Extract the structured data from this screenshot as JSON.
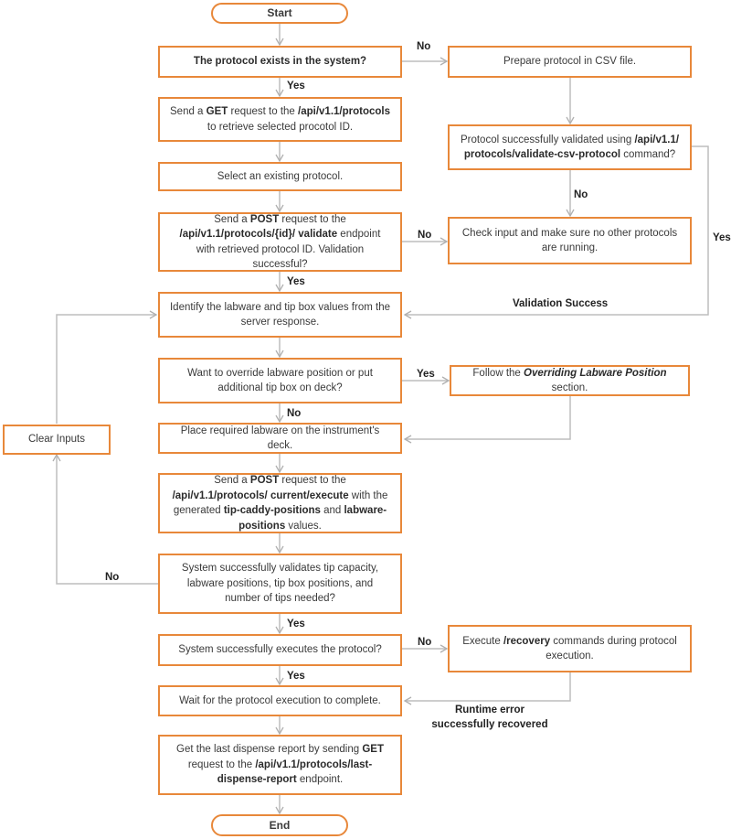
{
  "nodes": {
    "start": "Start",
    "protocol_exists": [
      {
        "b": "The protocol exists in the system?"
      }
    ],
    "get_protocols": [
      "Send a ",
      {
        "b": "GET"
      },
      " request to the ",
      {
        "b": "/api/v1.1/protocols"
      },
      " to retrieve selected procotol ID."
    ],
    "select_existing": [
      "Select an existing protocol."
    ],
    "post_validate": [
      "Send a ",
      {
        "b": "POST"
      },
      " request to the ",
      {
        "b": "/api/v1.1/protocols/{id}/ validate"
      },
      " endpoint with retrieved protocol ID. Validation successful?"
    ],
    "identify_values": [
      "Identify the labware and tip box values from the server response."
    ],
    "want_override": [
      "Want to override labware position or put additional tip box on deck?"
    ],
    "place_labware": [
      "Place required labware on the instrument's deck."
    ],
    "post_execute": [
      "Send a ",
      {
        "b": "POST"
      },
      " request to the ",
      {
        "b": "/api/v1.1/protocols/ current/execute"
      },
      " with the generated ",
      {
        "b": "tip-caddy-positions"
      },
      " and ",
      {
        "b": "labware-positions"
      },
      " values."
    ],
    "system_validates": [
      "System successfully validates tip capacity, labware positions, tip box positions, and number of tips needed?"
    ],
    "system_executes": [
      "System successfully executes the protocol?"
    ],
    "wait_complete": [
      "Wait for the protocol execution to complete."
    ],
    "get_report": [
      "Get the last dispense report by sending ",
      {
        "b": "GET"
      },
      " request to the ",
      {
        "b": "/api/v1.1/protocols/last-dispense-report"
      },
      " endpoint."
    ],
    "end": "End",
    "prepare_csv": [
      "Prepare protocol in CSV file."
    ],
    "csv_validated": [
      "Protocol successfully validated using ",
      {
        "b": "/api/v1.1/ protocols/validate-csv-protocol"
      },
      " command?"
    ],
    "check_input": [
      "Check input and make sure no other protocols are running."
    ],
    "follow_override": [
      "Follow the ",
      {
        "bi": "Overriding Labware Position"
      },
      " section."
    ],
    "execute_recovery": [
      "Execute ",
      {
        "b": "/recovery"
      },
      " commands during protocol execution."
    ],
    "clear_inputs": [
      "Clear Inputs"
    ]
  },
  "edge_labels": {
    "no_exists": "No",
    "yes_exists": "Yes",
    "no_csv": "No",
    "yes_csv": "Yes",
    "no_validate": "No",
    "yes_validate": "Yes",
    "validation_success": "Validation Success",
    "yes_override": "Yes",
    "no_override": "No",
    "no_system_validates": "No",
    "yes_system_validates": "Yes",
    "no_executes": "No",
    "yes_executes": "Yes",
    "runtime_recovered": "Runtime error successfully recovered"
  },
  "colors": {
    "box_border": "#e8883a",
    "connector": "#b8b8b8",
    "text": "#3a3a3a"
  }
}
